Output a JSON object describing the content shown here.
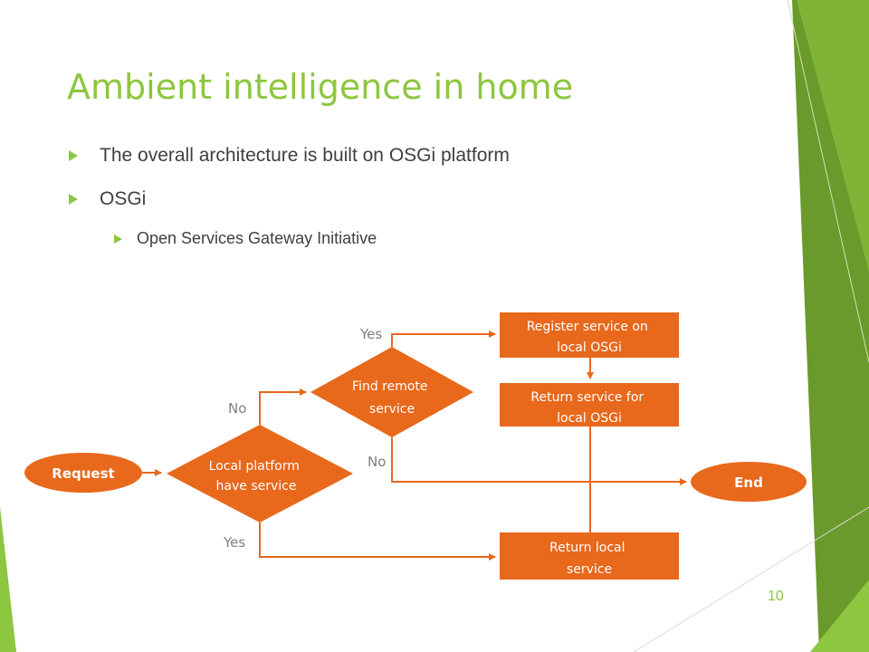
{
  "slide": {
    "title": "Ambient intelligence in home",
    "bullets": [
      "The overall architecture is built on OSGi platform",
      "OSGi"
    ],
    "sub_bullets": [
      "Open Services Gateway Initiative"
    ],
    "page_number": "10"
  },
  "colors": {
    "title": "#8dc63f",
    "node_fill": "#e8681c",
    "edge": "#e8681c",
    "decision_label": "#7f7f7f",
    "accent_green": "#8dc63f",
    "dark_green": "#6a9a2b"
  },
  "flowchart": {
    "nodes": {
      "request": {
        "text": "Request"
      },
      "local_platform": {
        "text": "Local platform have service"
      },
      "find_remote": {
        "text": "Find remote service"
      },
      "register": {
        "text": "Register service on local OSGi"
      },
      "return_for_local": {
        "text": "Return service for local OSGi"
      },
      "end": {
        "text": "End"
      },
      "return_local": {
        "text": "Return local service"
      }
    },
    "edge_labels": {
      "local_no": "No",
      "local_yes": "Yes",
      "remote_yes": "Yes",
      "remote_no": "No"
    }
  }
}
